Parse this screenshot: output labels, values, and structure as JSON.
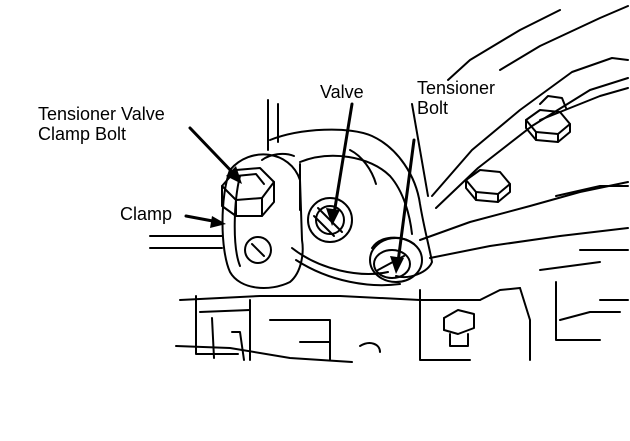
{
  "labels": {
    "clamp_bolt_line1": "Tensioner Valve",
    "clamp_bolt_line2": "Clamp Bolt",
    "clamp": "Clamp",
    "valve": "Valve",
    "tensioner_bolt_line1": "Tensioner",
    "tensioner_bolt_line2": "Bolt"
  },
  "colors": {
    "ink": "#000000",
    "paper": "#ffffff"
  }
}
